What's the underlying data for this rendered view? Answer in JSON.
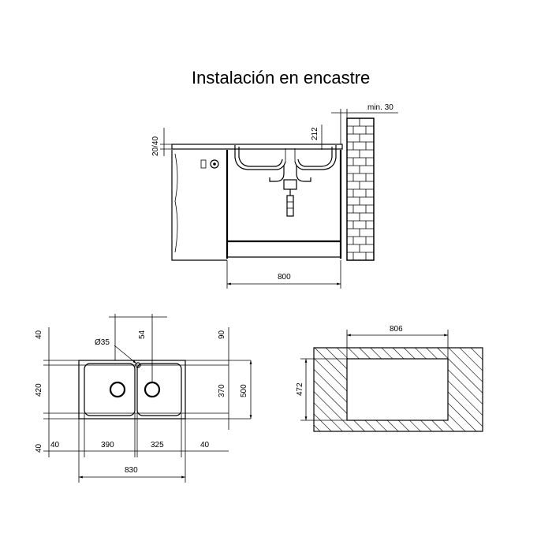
{
  "title": "Instalación en encastre",
  "side_view": {
    "min_label": "min. 30",
    "dim_2040": "20/40",
    "dim_212": "212",
    "dim_800": "800"
  },
  "top_view": {
    "dim_40_top": "40",
    "dim_35": "Ø35",
    "dim_54": "54",
    "dim_90": "90",
    "dim_420": "420",
    "dim_370": "370",
    "dim_500": "500",
    "dim_40_bottom": "40",
    "dim_40_left": "40",
    "dim_390": "390",
    "dim_325": "325",
    "dim_40_right": "40",
    "dim_830": "830"
  },
  "cutout": {
    "dim_806": "806",
    "dim_472": "472"
  }
}
